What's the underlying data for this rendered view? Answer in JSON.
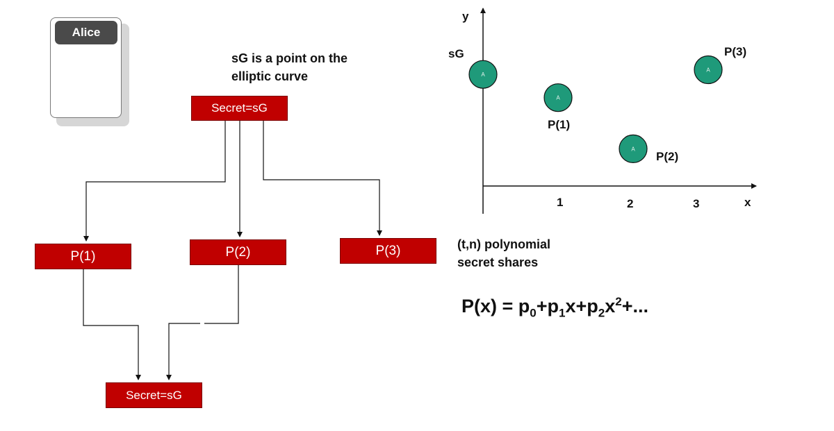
{
  "alice": {
    "name": "Alice"
  },
  "note": {
    "line1": "sG is a point on the",
    "line2": "elliptic curve"
  },
  "boxes": {
    "secret_top": "Secret=sG",
    "shares": [
      "P(1)",
      "P(2)",
      "P(3)"
    ],
    "secret_bottom": "Secret=sG"
  },
  "poly_note": {
    "line1": "(t,n) polynomial",
    "line2": "secret shares"
  },
  "formula": {
    "lhs": "P(x) = p",
    "s0": "0",
    "t1": "+p",
    "s1": "1",
    "t2": "x+p",
    "s2": "2",
    "t3": "x",
    "e2": "2",
    "t4": "+..."
  },
  "plot": {
    "xlabel": "x",
    "ylabel": "y",
    "x_ticks": [
      "1",
      "2",
      "3"
    ],
    "point_marker": "A",
    "point_color": "#1f9a7a",
    "points": [
      {
        "label": "sG",
        "x": 0,
        "y": 2.4
      },
      {
        "label": "P(1)",
        "x": 1,
        "y": 1.9
      },
      {
        "label": "P(2)",
        "x": 2,
        "y": 0.8
      },
      {
        "label": "P(3)",
        "x": 3,
        "y": 2.5
      }
    ]
  }
}
